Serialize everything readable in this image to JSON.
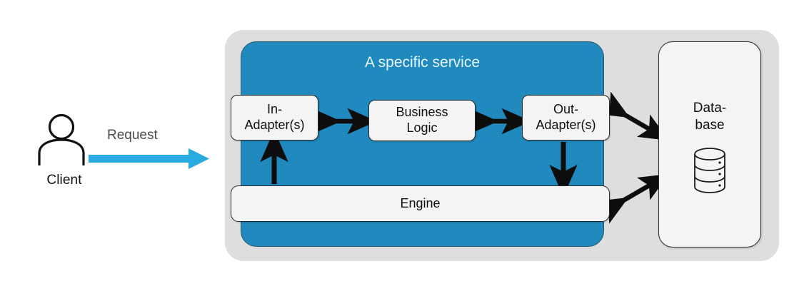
{
  "diagram": {
    "title_hidden": "",
    "actor": {
      "icon": "person-icon",
      "label": "Client"
    },
    "request_flow": {
      "label": "Request",
      "icon": "right-arrow-icon",
      "color": "#29ABE2"
    },
    "service_container": {
      "background_color": "#DEDEDE"
    },
    "service": {
      "title": "A specific service",
      "color": "#2089BD",
      "title_color": "#E8F6FF",
      "components": [
        {
          "id": "in-adapter",
          "label": "In-\nAdapter(s)",
          "line1": "In-",
          "line2": "Adapter(s)"
        },
        {
          "id": "business-logic",
          "label": "Business Logic",
          "line1": "Business",
          "line2": "Logic"
        },
        {
          "id": "out-adapter",
          "label": "Out-\nAdapter(s)",
          "line1": "Out-",
          "line2": "Adapter(s)"
        },
        {
          "id": "engine",
          "label": "Engine",
          "line1": "Engine",
          "line2": ""
        }
      ]
    },
    "database": {
      "label_line1": "Data-",
      "label_line2": "base",
      "icon": "database-cylinder-icon"
    },
    "connectors": [
      {
        "from": "in-adapter",
        "to": "business-logic",
        "style": "double-arrow-horizontal"
      },
      {
        "from": "business-logic",
        "to": "out-adapter",
        "style": "double-arrow-horizontal"
      },
      {
        "from": "engine",
        "to": "in-adapter",
        "style": "single-arrow-up"
      },
      {
        "from": "out-adapter",
        "to": "engine",
        "style": "single-arrow-down"
      },
      {
        "from": "out-adapter",
        "to": "database",
        "style": "double-arrow-diagonal"
      },
      {
        "from": "engine",
        "to": "database",
        "style": "double-arrow-diagonal"
      }
    ]
  }
}
